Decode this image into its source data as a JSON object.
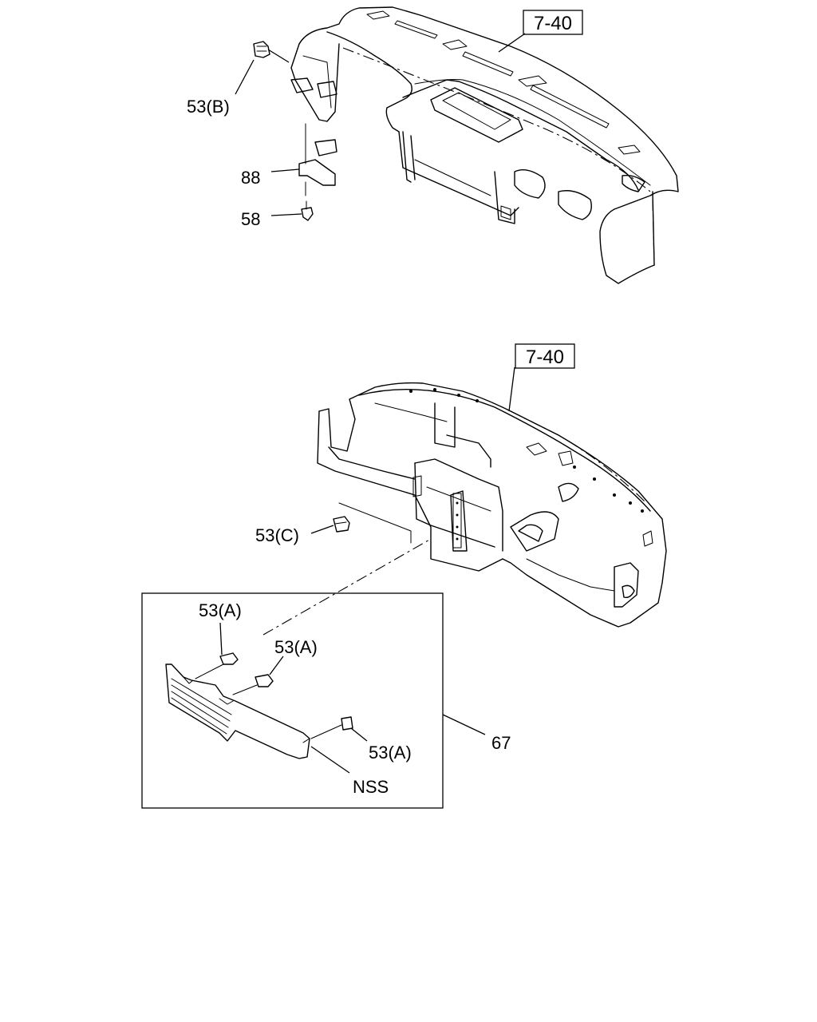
{
  "diagram": {
    "upper": {
      "ref_box": "7-40",
      "labels": {
        "part_53b": "53(B)",
        "part_88": "88",
        "part_58": "58"
      }
    },
    "lower": {
      "ref_box": "7-40",
      "labels": {
        "part_53c": "53(C)",
        "part_53a_1": "53(A)",
        "part_53a_2": "53(A)",
        "part_53a_3": "53(A)",
        "part_67": "67",
        "nss": "NSS"
      }
    }
  }
}
